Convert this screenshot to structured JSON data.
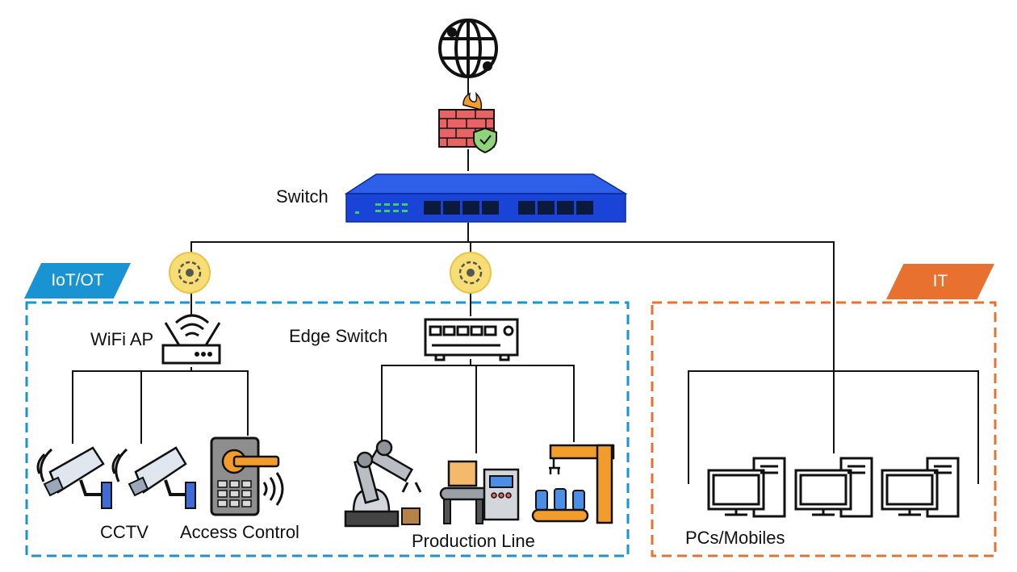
{
  "labels": {
    "switch": "Switch",
    "wifi_ap": "WiFi AP",
    "edge_switch": "Edge Switch",
    "cctv": "CCTV",
    "access_control": "Access Control",
    "production_line": "Production Line",
    "pcs_mobiles": "PCs/Mobiles"
  },
  "zones": {
    "iot_ot": "IoT/OT",
    "it": "IT"
  },
  "colors": {
    "iot_ot": "#1a93d2",
    "it": "#e8712f",
    "switch_blue": "#1a44d8",
    "sensor_yellow": "#f6dd74",
    "firewall_red": "#e86464",
    "robot_orange": "#f29c2b"
  },
  "icons": [
    "globe-icon",
    "firewall-icon",
    "network-switch-icon",
    "iot-sensor-icon",
    "wifi-router-icon",
    "edge-switch-icon",
    "cctv-camera-icon",
    "access-control-icon",
    "robot-arm-icon",
    "conveyor-machine-icon",
    "bottling-robot-icon",
    "desktop-pc-icon"
  ]
}
